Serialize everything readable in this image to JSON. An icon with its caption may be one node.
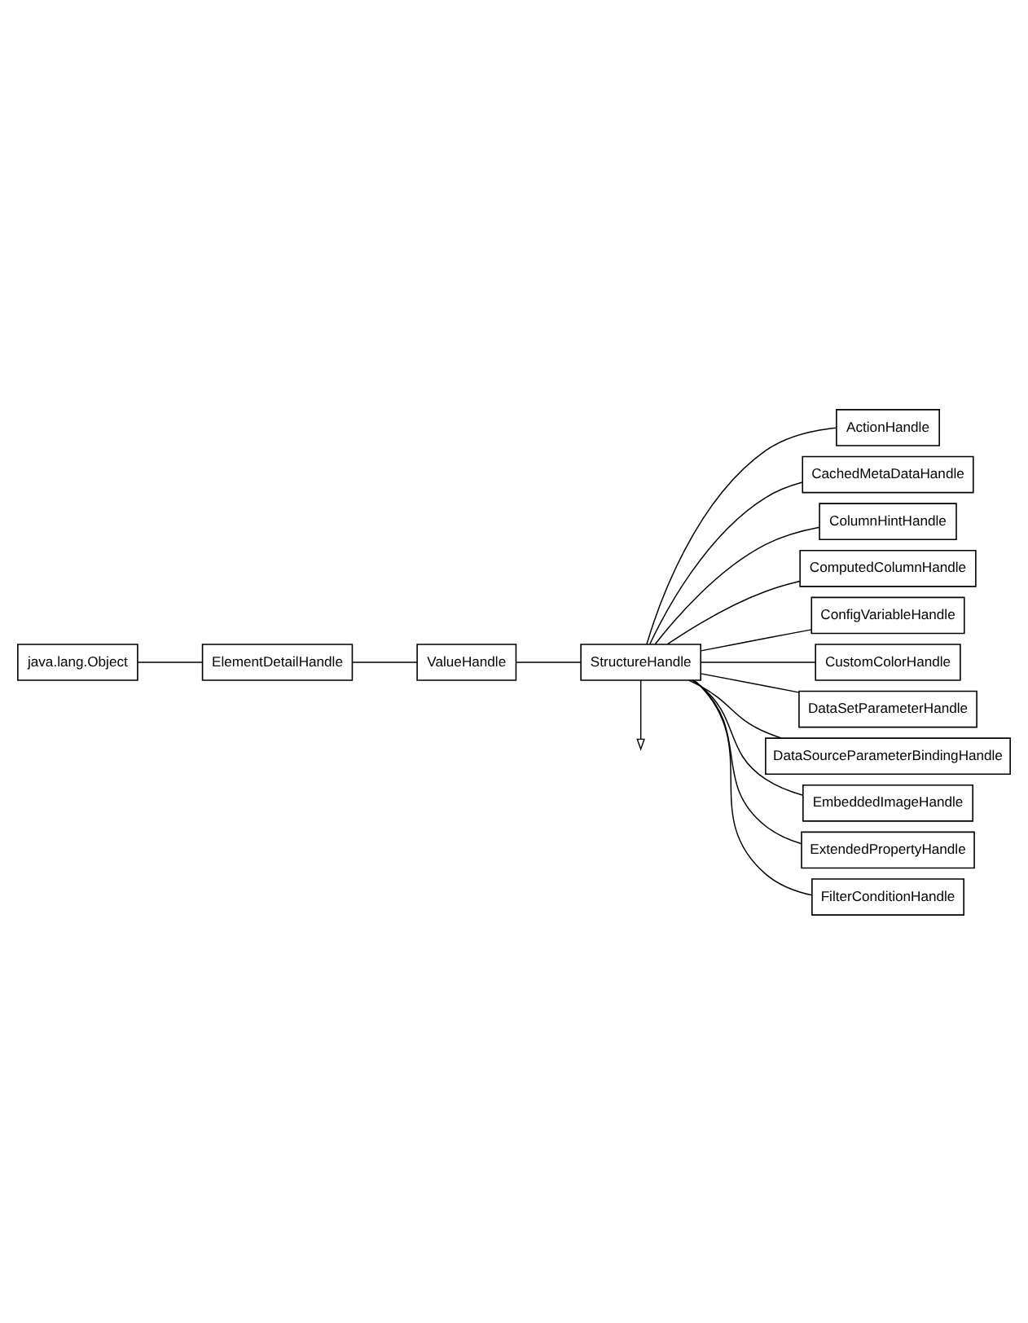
{
  "diagram": {
    "nodes": [
      {
        "text": [
          "java.lang.Object"
        ]
      },
      {
        "text": [
          "ElementDetailHandle"
        ]
      },
      {
        "text": [
          "ValueHandle"
        ]
      },
      {
        "text": [
          "StructureHandle"
        ]
      },
      {
        "text": [
          "ActionHandle"
        ]
      },
      {
        "text": [
          "CachedMetaDataHandle"
        ]
      },
      {
        "text": [
          "ColumnHintHandle"
        ]
      },
      {
        "text": [
          "ComputedColumnHandle"
        ]
      },
      {
        "text": [
          "ConfigVariableHandle"
        ]
      },
      {
        "text": [
          "CustomColorHandle"
        ]
      },
      {
        "text": [
          "DataSetParameterHandle"
        ]
      },
      {
        "text": [
          "DataSourceParameterBindingHandle"
        ]
      },
      {
        "text": [
          "EmbeddedImageHandle"
        ]
      },
      {
        "text": [
          "ExtendedPropertyHandle"
        ]
      },
      {
        "text": [
          "FilterConditionHandle"
        ]
      }
    ],
    "edges": [
      {
        "from": 0,
        "to": 1,
        "arrow": "none"
      },
      {
        "from": 1,
        "to": 2,
        "arrow": "none"
      },
      {
        "from": 2,
        "to": 3,
        "arrow": "none"
      },
      {
        "from": 3,
        "to": 4,
        "arrow": "none"
      },
      {
        "from": 3,
        "to": 5,
        "arrow": "none"
      },
      {
        "from": 3,
        "to": 6,
        "arrow": "none"
      },
      {
        "from": 3,
        "to": 7,
        "arrow": "none"
      },
      {
        "from": 3,
        "to": 8,
        "arrow": "none"
      },
      {
        "from": 3,
        "to": 9,
        "arrow": "none"
      },
      {
        "from": 3,
        "to": 10,
        "arrow": "none"
      },
      {
        "from": 3,
        "to": 11,
        "arrow": "none"
      },
      {
        "from": 3,
        "to": 12,
        "arrow": "none"
      },
      {
        "from": 3,
        "to": 13,
        "arrow": "none"
      },
      {
        "from": 3,
        "to": 14,
        "arrow": "none"
      },
      {
        "from": 3,
        "to": null,
        "arrow": "to"
      }
    ]
  }
}
